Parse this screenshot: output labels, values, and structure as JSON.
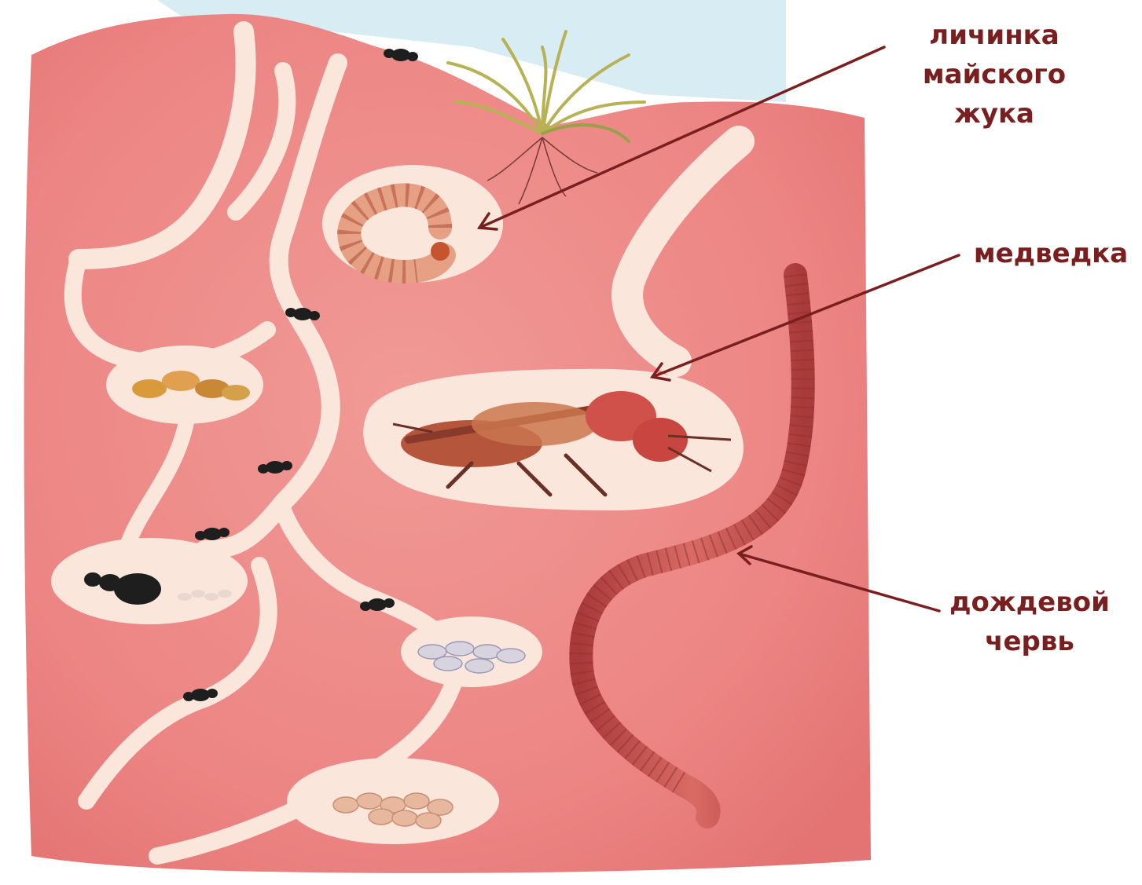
{
  "labels": {
    "beetle_larva": [
      "личинка",
      "майского",
      "жука"
    ],
    "mole_cricket": [
      "медведка"
    ],
    "earthworm": [
      "дождевой",
      "червь"
    ]
  },
  "colors": {
    "soil": "#ee8b89",
    "soil_dark": "#e06e6e",
    "tunnel": "#fbe6dc",
    "sky": "#d8ecf3",
    "grass": "#b7b254",
    "label": "#7a1f1f",
    "worm": "#c54a4a",
    "ant": "#1e1e1e",
    "cricket": "#b5553c",
    "larva": "#e6a083",
    "egg": "#e8b89e",
    "pupa": "#d8d4df"
  }
}
